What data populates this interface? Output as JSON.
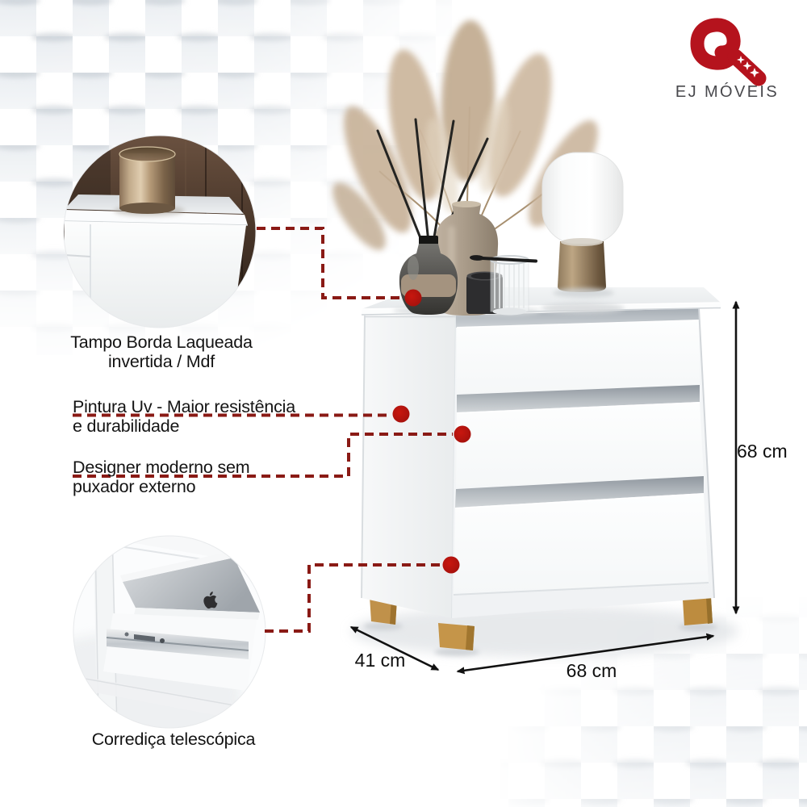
{
  "brand": {
    "name": "EJ MÓVEIS"
  },
  "features": {
    "tampo": {
      "line1": "Tampo Borda Laqueada",
      "line2": "invertida / Mdf"
    },
    "pintura": {
      "line1": "Pintura Uv - Maior resistência",
      "line2": "e durabilidade"
    },
    "designer": {
      "line1": "Designer moderno sem",
      "line2": "puxador externo"
    },
    "corredica": {
      "label": "Corrediça telescópica"
    }
  },
  "dimensions": {
    "height": "68 cm",
    "depth": "41 cm",
    "width": "68 cm"
  },
  "colors": {
    "logo_red": "#b5131d",
    "connector_red": "#8a1a15",
    "dot_red": "#b5130f",
    "wood_feet": "#bd8c3f",
    "text": "#141414"
  }
}
